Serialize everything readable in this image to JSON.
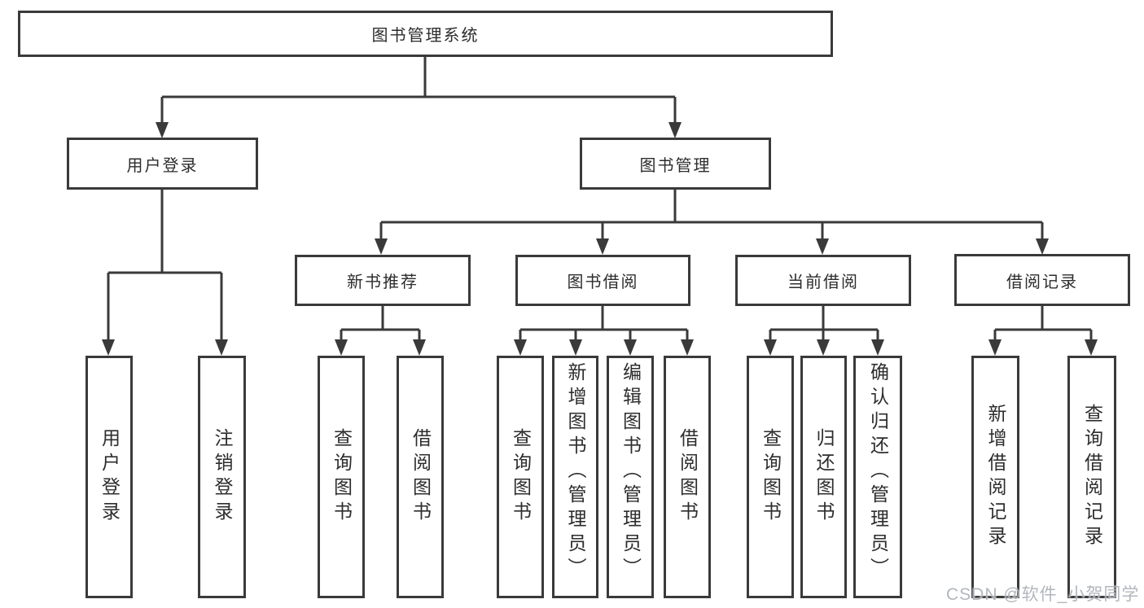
{
  "diagram": {
    "root": "图书管理系统",
    "level2": [
      {
        "label": "用户登录",
        "leaves": [
          "用户登录",
          "注销登录"
        ]
      },
      {
        "label": "图书管理",
        "groups": [
          {
            "label": "新书推荐",
            "leaves": [
              "查询图书",
              "借阅图书"
            ]
          },
          {
            "label": "图书借阅",
            "leaves": [
              "查询图书",
              "新增图书（管理员）",
              "编辑图书（管理员）",
              "借阅图书"
            ]
          },
          {
            "label": "当前借阅",
            "leaves": [
              "查询图书",
              "归还图书",
              "确认归还（管理员）"
            ]
          },
          {
            "label": "借阅记录",
            "leaves": [
              "新增借阅记录",
              "查询借阅记录"
            ]
          }
        ]
      }
    ]
  },
  "watermark": "CSDN @软件_小贺同学",
  "colors": {
    "line": "#3a3a3a",
    "text": "#2d2d2d",
    "watermark": "#a5aab2",
    "background": "#ffffff"
  }
}
